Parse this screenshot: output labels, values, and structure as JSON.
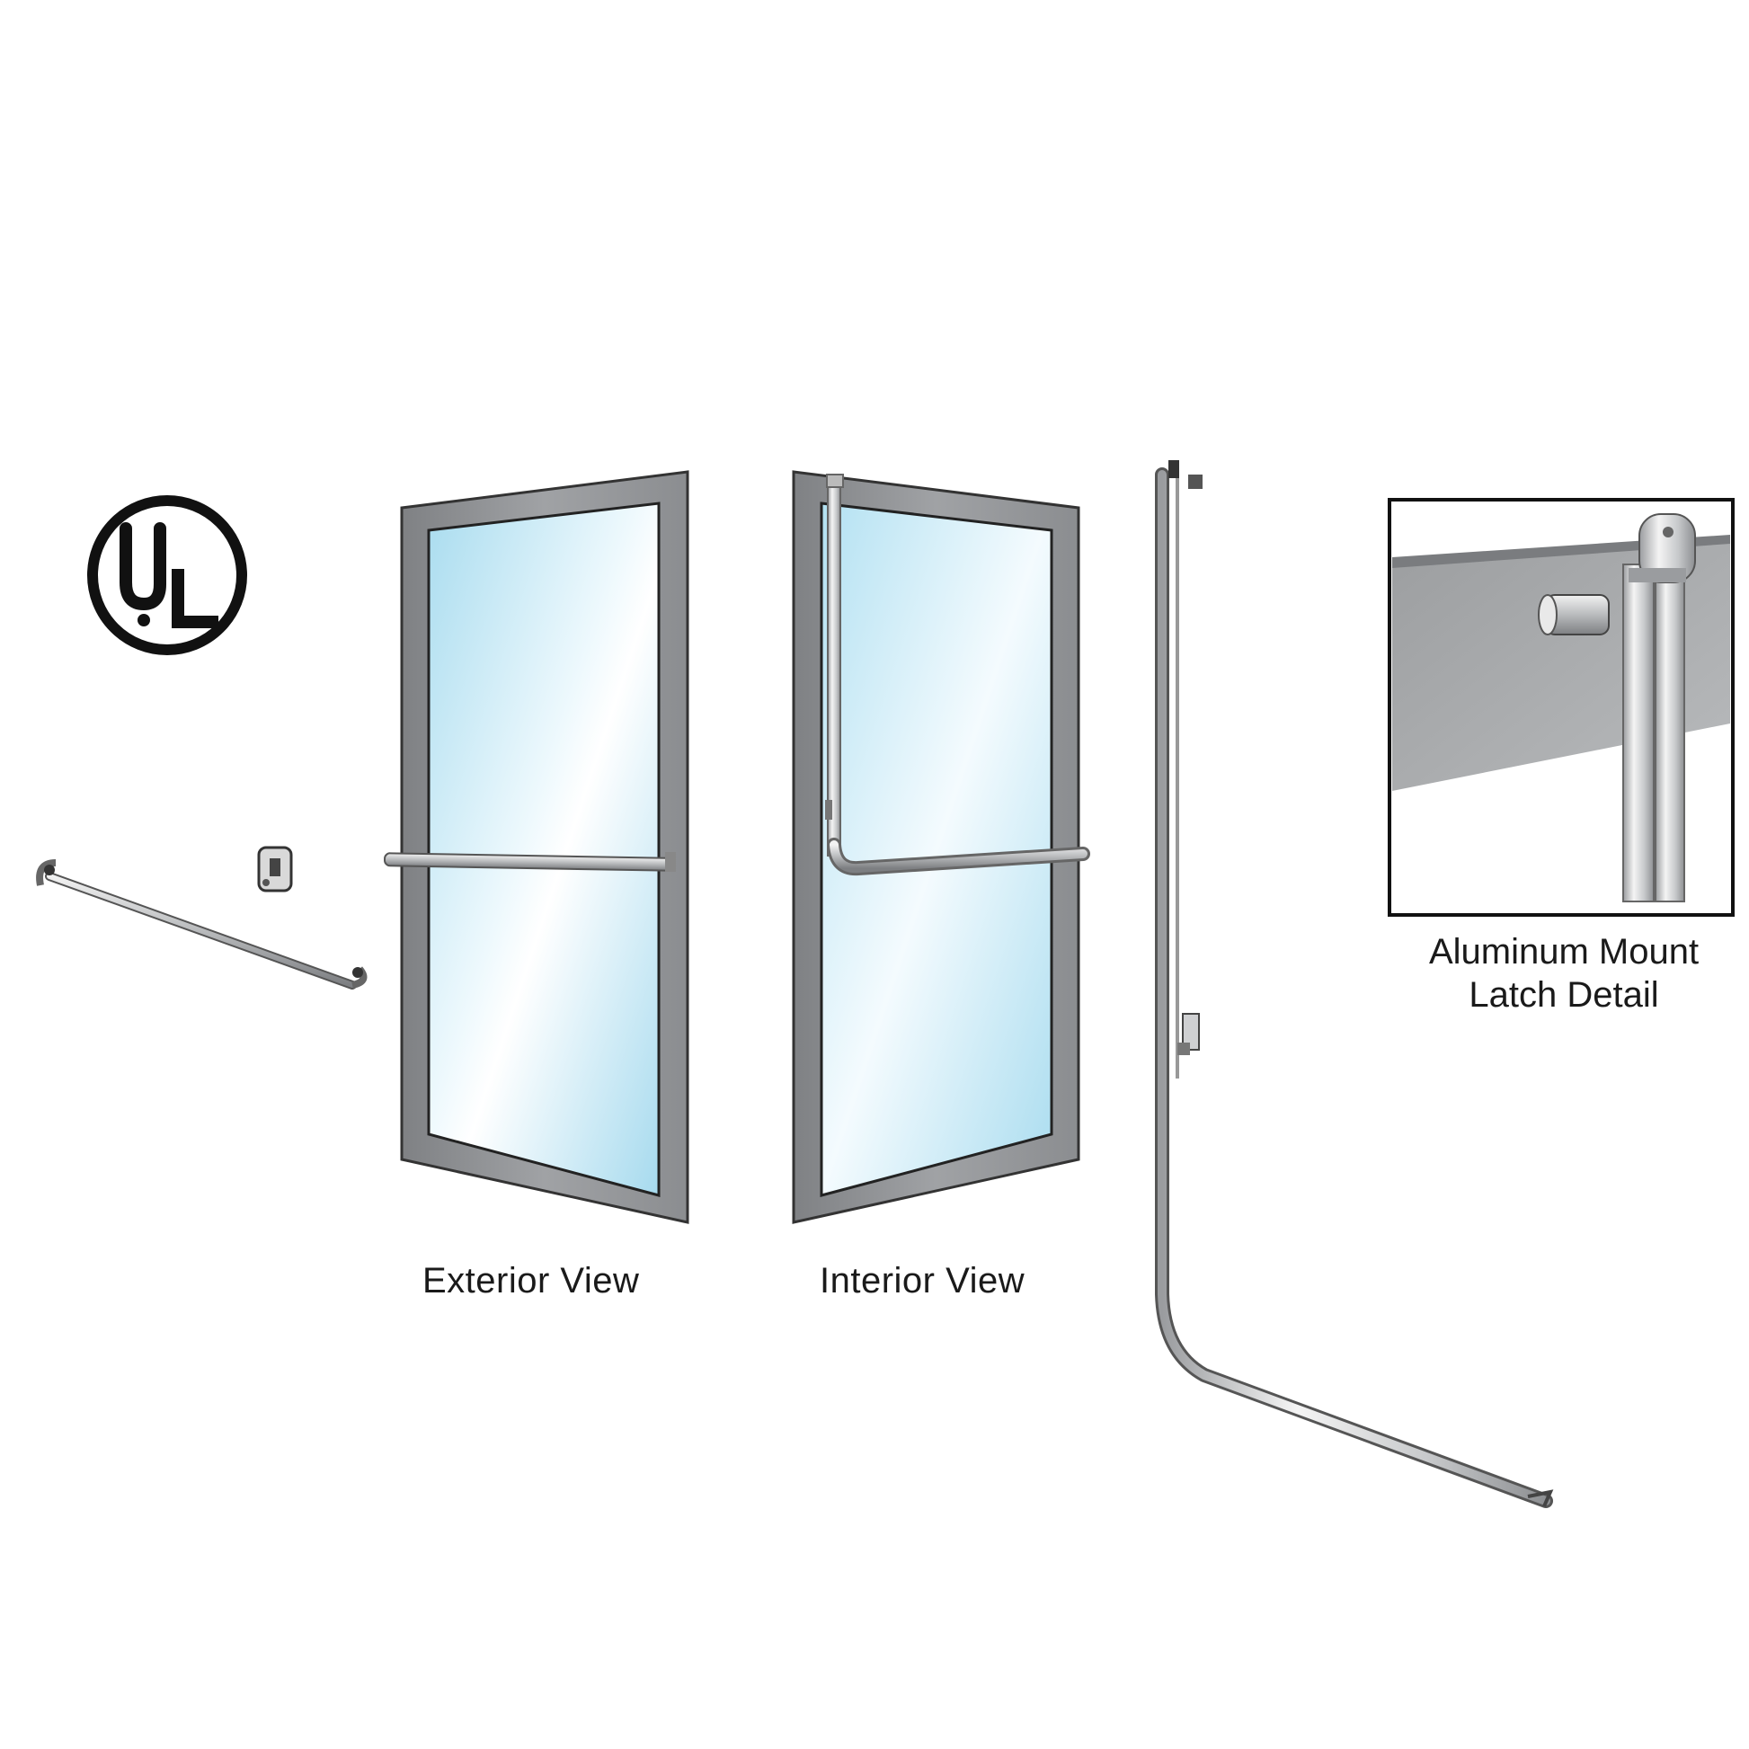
{
  "logo": {
    "text": "UL",
    "icon": "ul-certification-logo"
  },
  "views": {
    "exterior_label": "Exterior View",
    "interior_label": "Interior View"
  },
  "detail": {
    "caption_line1": "Aluminum Mount",
    "caption_line2": "Latch Detail"
  },
  "colors": {
    "frame_gray": "#8a8c8e",
    "glass_blue": "#bfe6f3",
    "metal": "#c9cbcd",
    "outline": "#222222"
  }
}
